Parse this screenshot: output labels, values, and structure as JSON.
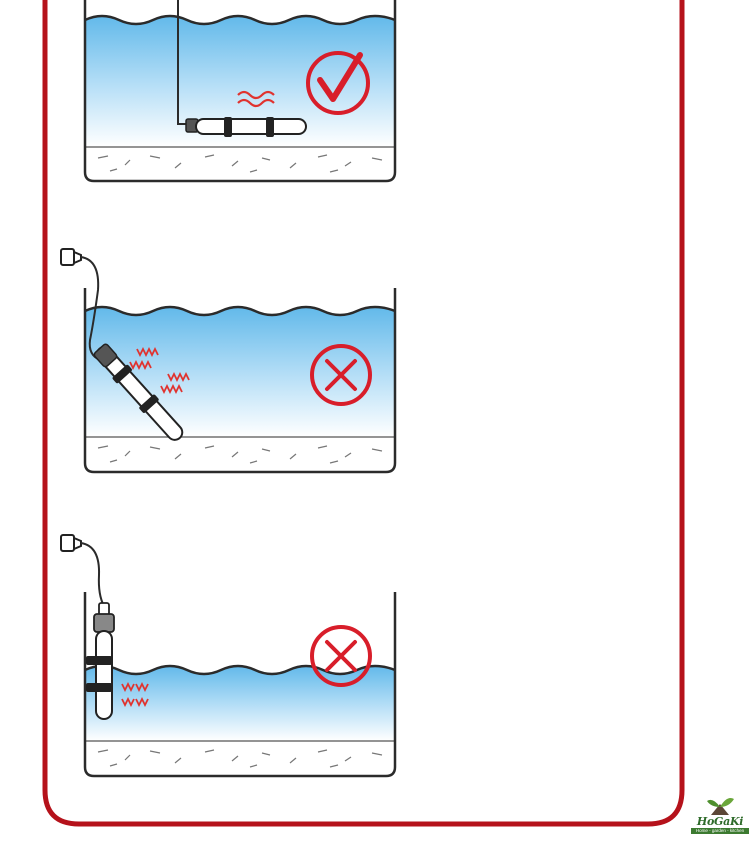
{
  "scenes": [
    {
      "id": "correct",
      "verdict": "correct",
      "placement": "fully-submerged-horizontal"
    },
    {
      "id": "wrong-tilted",
      "verdict": "incorrect",
      "placement": "tilted-with-plug-outside"
    },
    {
      "id": "wrong-vertical",
      "verdict": "incorrect",
      "placement": "vertical-partly-above-water"
    }
  ],
  "icons": {
    "correct": "check-circle-icon",
    "incorrect": "x-circle-icon",
    "heat": "heat-wave-icon"
  },
  "colors": {
    "frame": "#b5121b",
    "verdict": "#d81e2a",
    "water_top": "#62b9ea",
    "water_bottom": "#ffffff",
    "heat": "#e0332f",
    "outline": "#2b2b2b"
  },
  "brand": {
    "name": "HoGaKi",
    "tagline": "Home - garden - kitchen"
  }
}
